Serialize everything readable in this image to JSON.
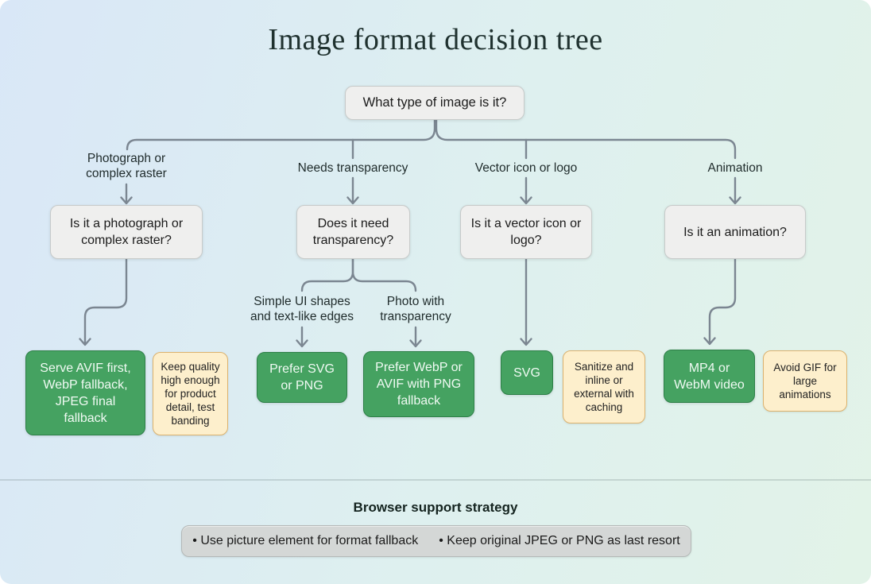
{
  "title": "Image format decision tree",
  "colors": {
    "background_left": "#d9e7f7",
    "background_right": "#e2f3e8",
    "node_fill": "#efefee",
    "node_border": "#c7cac9",
    "result_fill": "#45a261",
    "result_border": "#2d7f47",
    "result_text": "#f0faf3",
    "note_fill": "#fdefcc",
    "note_border": "#dcb26e",
    "connector": "#7b8691"
  },
  "root": {
    "question": "What type of image is it?"
  },
  "branches": [
    {
      "edge_label": "Photograph or\ncomplex raster",
      "question": "Is it a photograph or complex raster?",
      "result": "Serve AVIF first, WebP fallback, JPEG final fallback",
      "note": "Keep quality high enough for product detail, test banding"
    },
    {
      "edge_label": "Needs transparency",
      "question": "Does it need transparency?",
      "children": [
        {
          "edge_label": "Simple UI shapes\nand text-like edges",
          "result": "Prefer SVG or PNG"
        },
        {
          "edge_label": "Photo with\ntransparency",
          "result": "Prefer WebP or AVIF with PNG fallback"
        }
      ]
    },
    {
      "edge_label": "Vector icon or logo",
      "question": "Is it a vector icon or logo?",
      "result": "SVG",
      "note": "Sanitize and inline or external with caching"
    },
    {
      "edge_label": "Animation",
      "question": "Is it an animation?",
      "result": "MP4 or WebM video",
      "note": "Avoid GIF for large animations"
    }
  ],
  "footer": {
    "heading": "Browser support strategy",
    "items": [
      "• Use picture element for format fallback",
      "• Keep original JPEG or PNG as last resort"
    ]
  }
}
